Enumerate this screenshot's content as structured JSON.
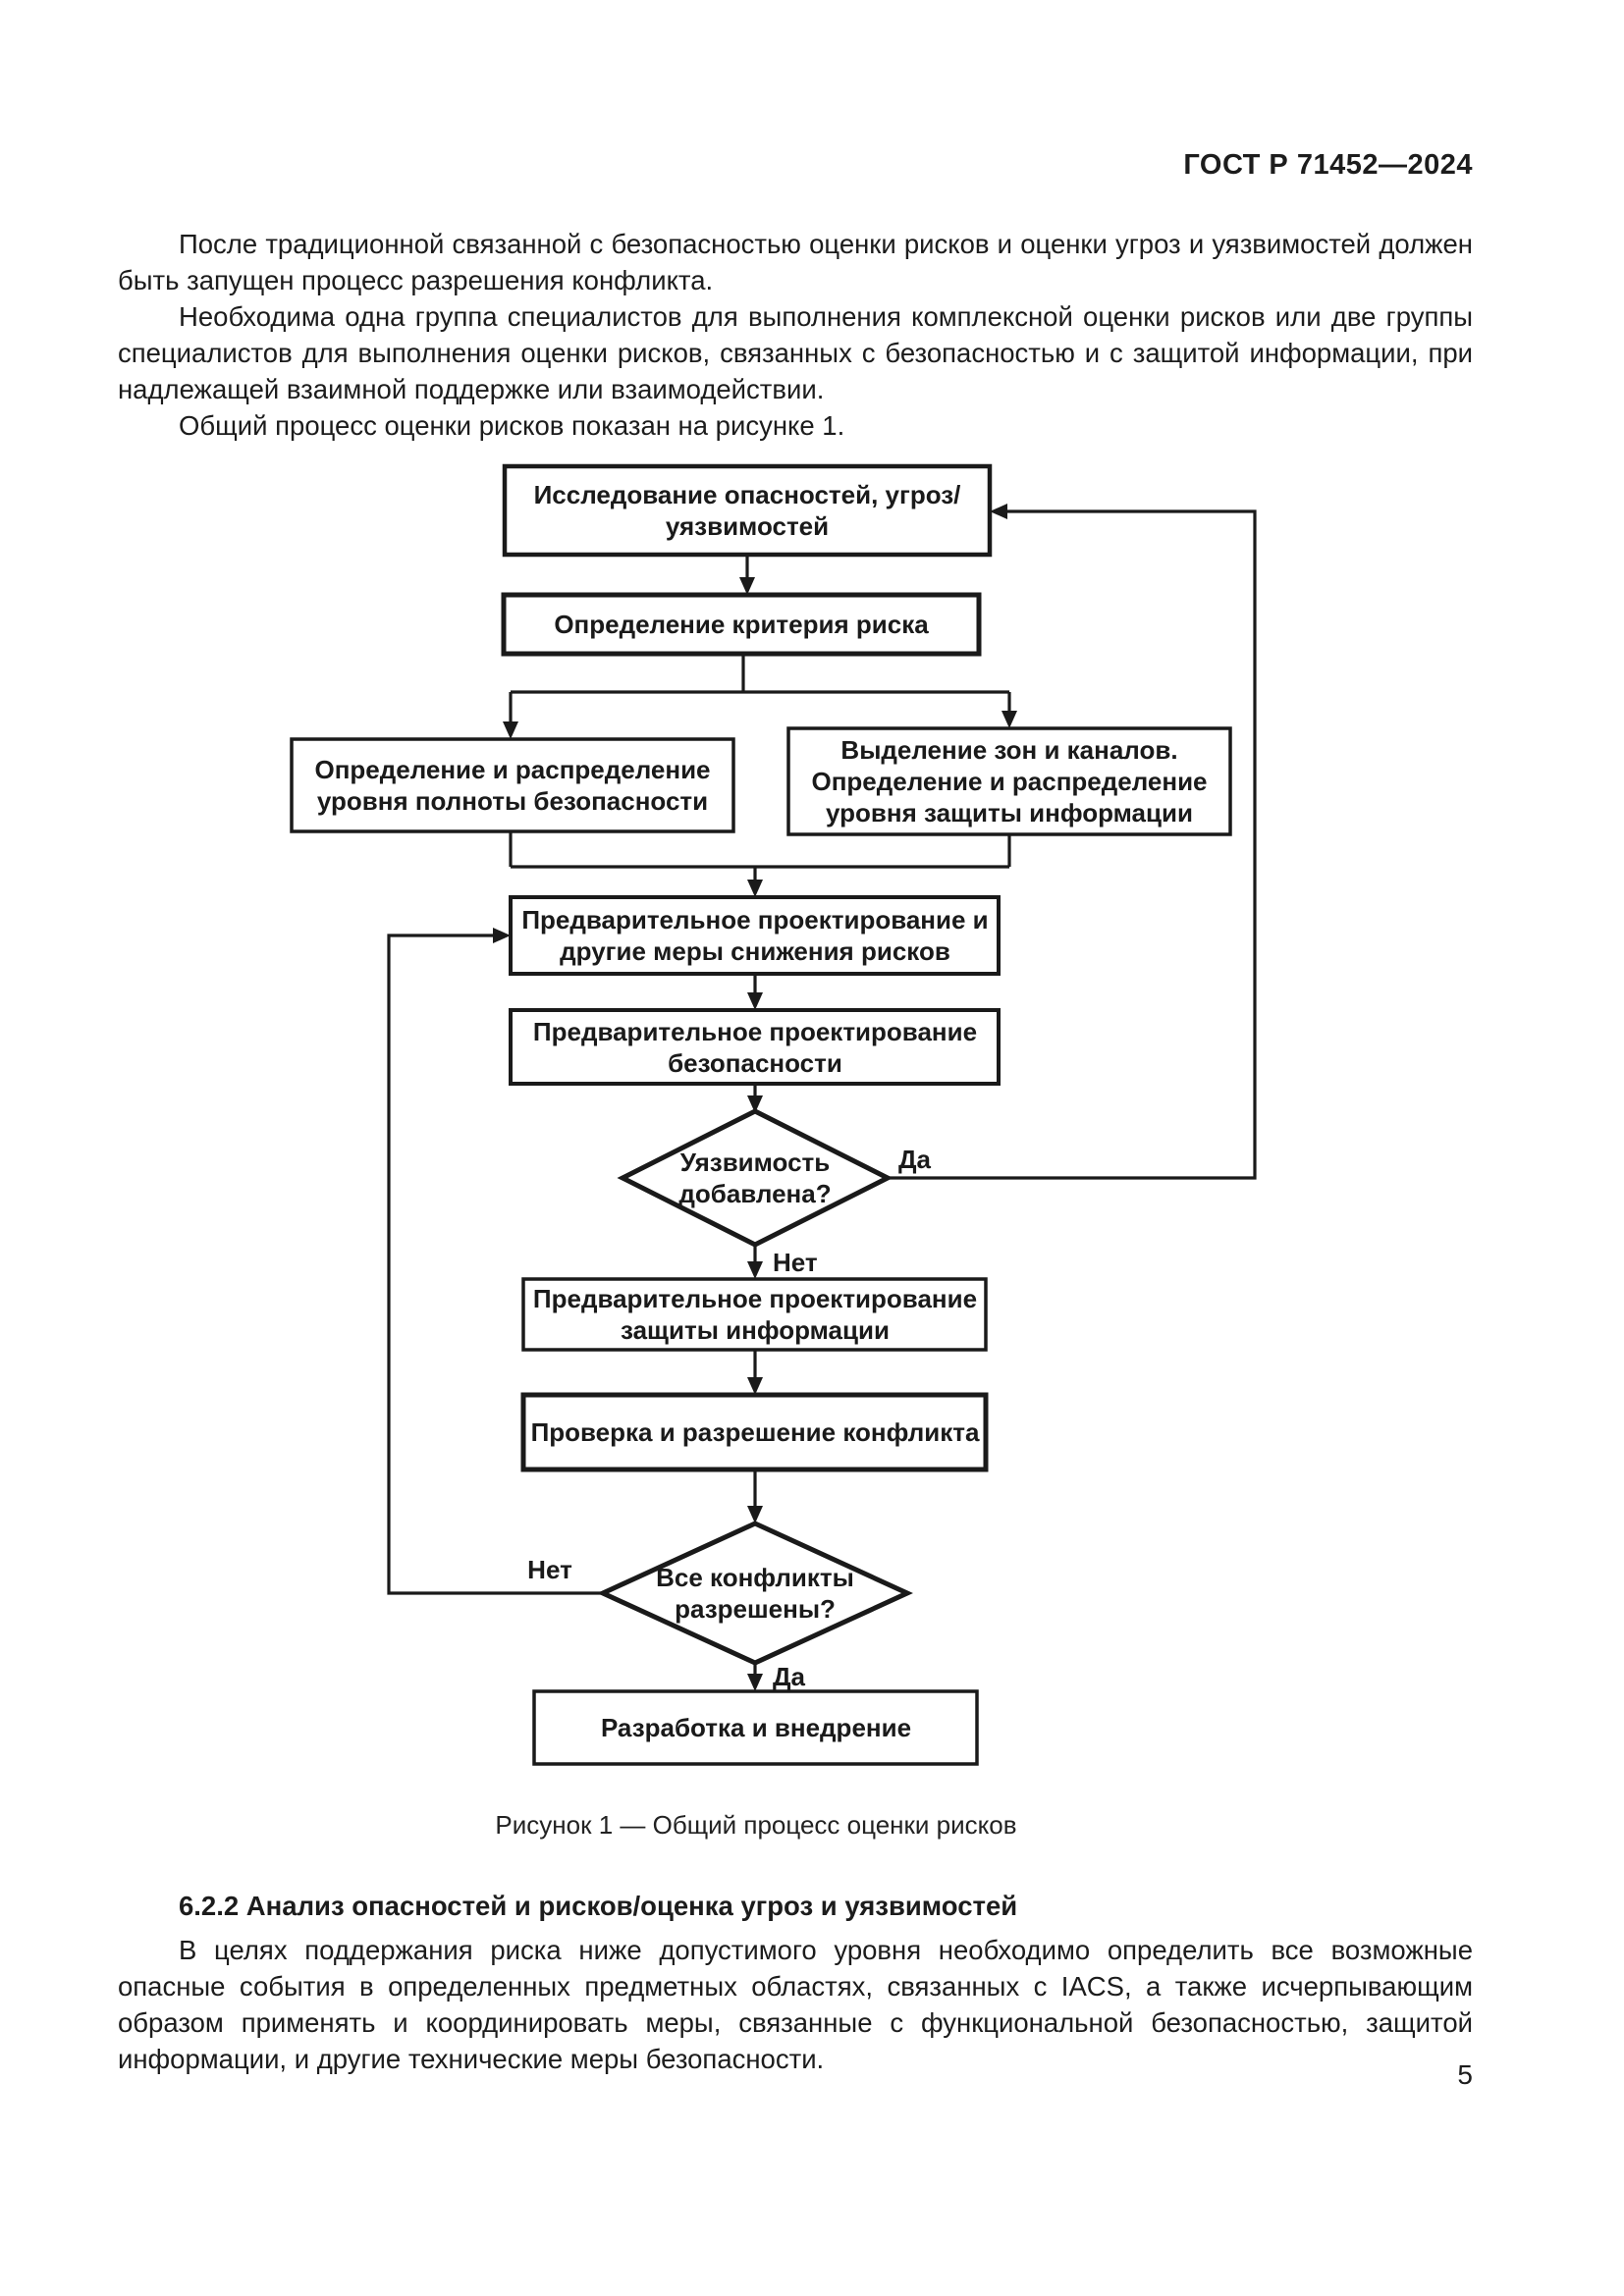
{
  "header": {
    "doc_code": "ГОСТ Р 71452—2024",
    "page_number": "5"
  },
  "intro": {
    "p1": "После традиционной связанной с безопасностью оценки рисков и оценки угроз и уязвимостей должен быть запущен процесс разрешения конфликта.",
    "p2": "Необходима одна группа специалистов для выполнения комплексной оценки рисков или две группы специалистов для выполнения оценки рисков, связанных с безопасностью и с защитой информации, при надлежащей взаимной поддержке или взаимодействии.",
    "p3": "Общий процесс оценки рисков показан на рисунке 1."
  },
  "figure": {
    "caption": "Рисунок 1 — Общий процесс оценки рисков",
    "labels": {
      "yes": "Да",
      "no": "Нет"
    },
    "nodes": {
      "research": {
        "type": "process",
        "lines": [
          "Исследование опасностей, угроз/",
          "уязвимостей"
        ]
      },
      "criteria": {
        "type": "process",
        "lines": [
          "Определение критерия риска"
        ]
      },
      "safety_level": {
        "type": "process",
        "lines": [
          "Определение и распределение",
          "уровня полноты безопасности"
        ]
      },
      "zones_channels": {
        "type": "process",
        "lines": [
          "Выделение зон и каналов.",
          "Определение и распределение",
          "уровня защиты информации"
        ]
      },
      "prelim_measures": {
        "type": "process",
        "lines": [
          "Предварительное проектирование и",
          "другие меры снижения рисков"
        ]
      },
      "prelim_safety": {
        "type": "process",
        "lines": [
          "Предварительное проектирование",
          "безопасности"
        ]
      },
      "vuln_added": {
        "type": "decision",
        "lines": [
          "Уязвимость",
          "добавлена?"
        ]
      },
      "prelim_infosec": {
        "type": "process",
        "lines": [
          "Предварительное проектирование",
          "защиты информации"
        ]
      },
      "conflict_check": {
        "type": "process",
        "lines": [
          "Проверка и разрешение конфликта"
        ]
      },
      "conflicts_resolved": {
        "type": "decision",
        "lines": [
          "Все конфликты",
          "разрешены?"
        ]
      },
      "develop": {
        "type": "process",
        "lines": [
          "Разработка и внедрение"
        ]
      }
    }
  },
  "section": {
    "heading": "6.2.2 Анализ опасностей и рисков/оценка угроз и уязвимостей",
    "p1": "В целях поддержания риска ниже допустимого уровня необходимо определить все возможные опасные события в определенных предметных областях, связанных с IACS, а также исчерпывающим образом применять и координировать меры, связанные с функциональной безопасностью, защитой информации, и другие технические меры безопасности."
  }
}
